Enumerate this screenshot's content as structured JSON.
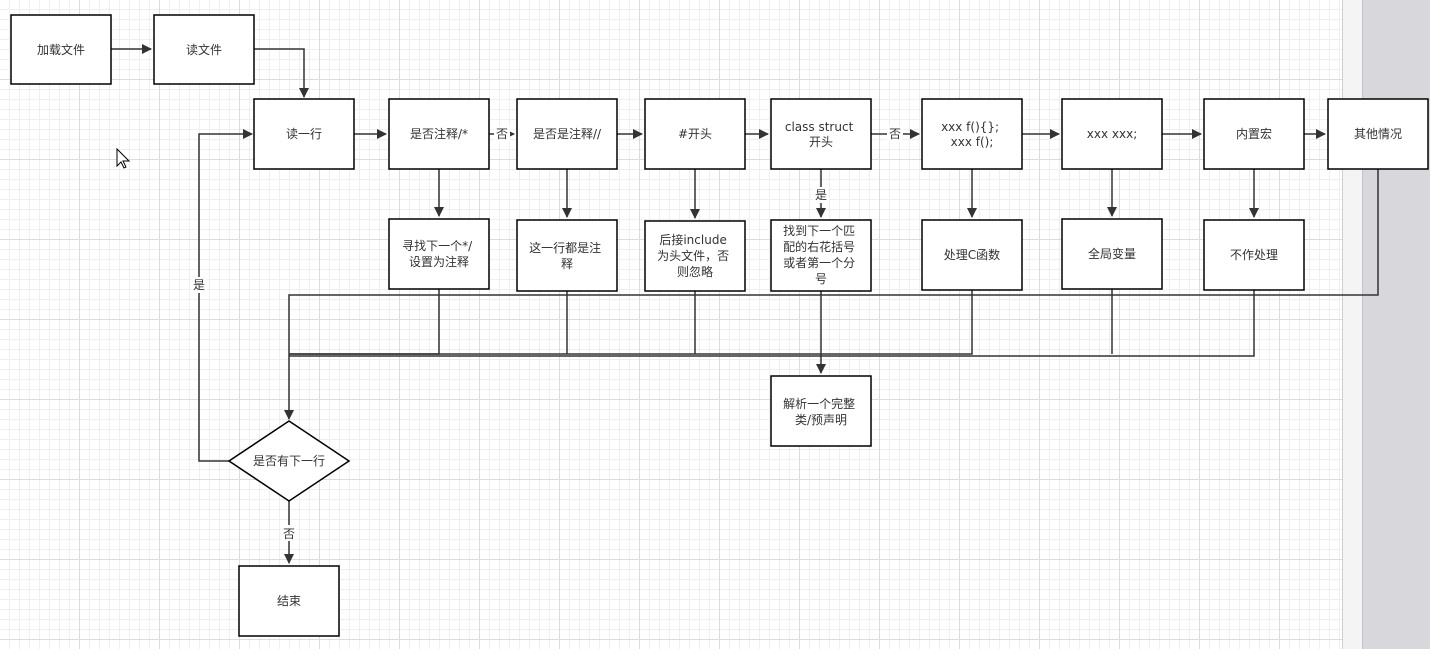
{
  "nodes": {
    "load_file": "加载文件",
    "read_file": "读文件",
    "read_line": "读一行",
    "is_block_comment": "是否注释/*",
    "is_line_comment": "是否是注释//",
    "hash_start": "#开头",
    "class_struct": [
      "class struct",
      "开头"
    ],
    "func_decl": [
      "xxx f(){};",
      "xxx f();"
    ],
    "var_decl": "xxx xxx;",
    "builtin_macro": "内置宏",
    "other_case": "其他情况",
    "find_comment_end": [
      "寻找下一个*/",
      "设置为注释"
    ],
    "whole_line_comment": [
      "这一行都是注",
      "释"
    ],
    "include_header": [
      "后接include",
      "为头文件，否",
      "则忽略"
    ],
    "find_brace": [
      "找到下一个匹",
      "配的右花括号",
      "或者第一个分",
      "号"
    ],
    "handle_c_function": "处理C函数",
    "global_variable": "全局变量",
    "no_processing": "不作处理",
    "parse_class": [
      "解析一个完整",
      "类/预声明"
    ],
    "has_next_line": "是否有下一行",
    "end": "结束"
  },
  "edge_labels": {
    "no_1": "否",
    "no_2": "否",
    "yes_class": "是",
    "yes_loop": "是",
    "no_end": "否"
  }
}
